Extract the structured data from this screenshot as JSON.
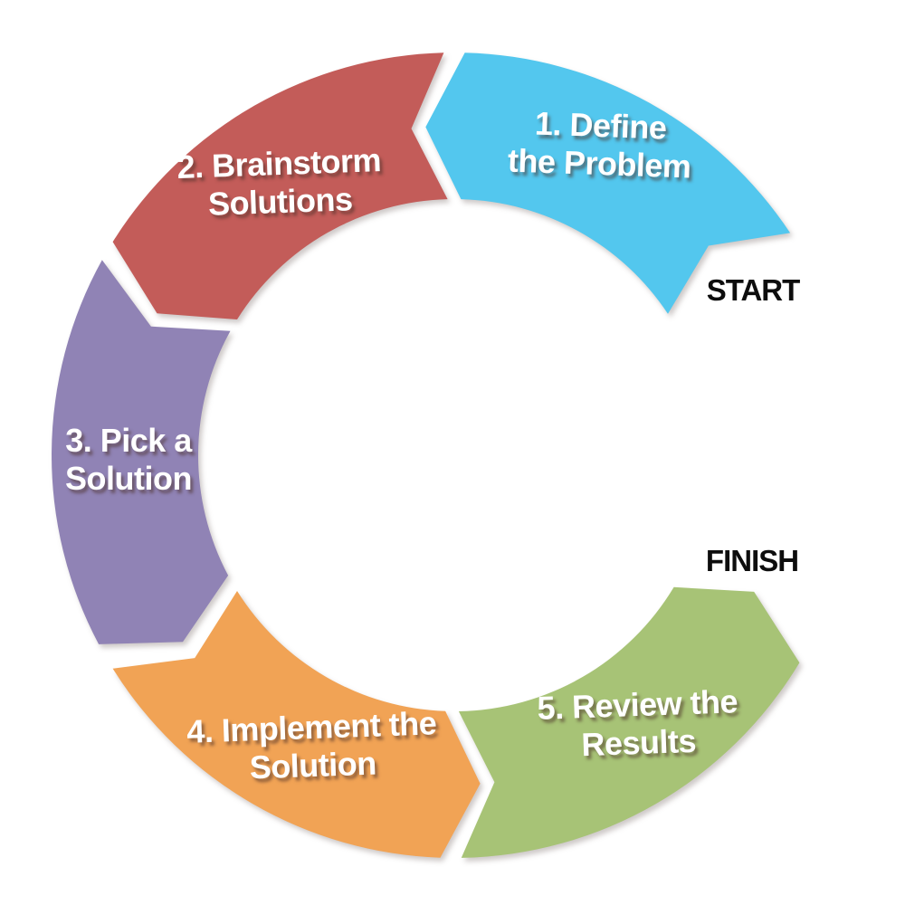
{
  "diagram": {
    "type": "cycle-process",
    "direction": "counterclockwise",
    "background_color": "#ffffff",
    "label_text_color": "#ffffff",
    "marker_text_color": "#0d0d0d",
    "start_label": "START",
    "finish_label": "FINISH",
    "steps": [
      {
        "number": "1",
        "text": "1. Define the Problem",
        "line1": "1. Define",
        "line2": "the Problem",
        "color": "#53c7ee",
        "arc": {
          "head_deg": 1.5,
          "tail_deg": 56.5
        }
      },
      {
        "number": "2",
        "text": "2. Brainstorm Solutions",
        "line1": "2. Brainstorm",
        "line2": "Solutions",
        "color": "#c35c59",
        "arc": {
          "head_deg": 302,
          "tail_deg": 358.5
        }
      },
      {
        "number": "3",
        "text": "3. Pick a Solution",
        "line1": "3. Pick a",
        "line2": "Solution",
        "color": "#9083b5",
        "arc": {
          "head_deg": 242,
          "tail_deg": 299
        }
      },
      {
        "number": "4",
        "text": "4. Implement the Solution",
        "line1": "4. Implement the",
        "line2": "Solution",
        "color": "#f1a355",
        "arc": {
          "head_deg": 182,
          "tail_deg": 238
        }
      },
      {
        "number": "5",
        "text": "5. Review the Results",
        "line1": "5. Review the",
        "line2": "Results",
        "color": "#a7c376",
        "arc": {
          "head_deg": 121,
          "tail_deg": 179
        }
      }
    ]
  }
}
